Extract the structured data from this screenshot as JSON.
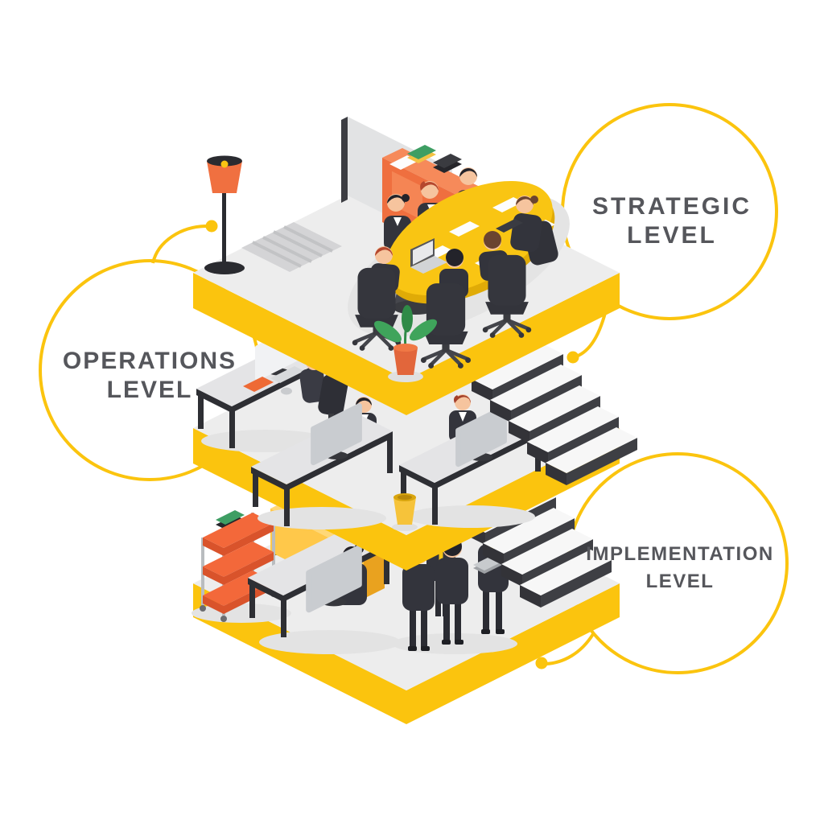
{
  "title": "Organization levels isometric infographic",
  "levels": [
    {
      "id": "strategic",
      "line1": "STRATEGIC",
      "line2": "LEVEL"
    },
    {
      "id": "operations",
      "line1": "OPERATIONS",
      "line2": "LEVEL"
    },
    {
      "id": "implementation",
      "line1": "IMPLEMENTATION",
      "line2": "LEVEL"
    }
  ],
  "colors": {
    "accent_yellow": "#FBC40E",
    "table_yellow": "#F9C513",
    "floor_gray": "#EDEDED",
    "label_gray": "#55565B",
    "suit_dark": "#33343C",
    "orange": "#EF6F3F",
    "cabinet_yellow": "#FFC84A"
  },
  "icons": {
    "strategic_circle": "yellow-circle-callout",
    "operations_circle": "yellow-circle-callout",
    "implementation_circle": "yellow-circle-callout"
  }
}
